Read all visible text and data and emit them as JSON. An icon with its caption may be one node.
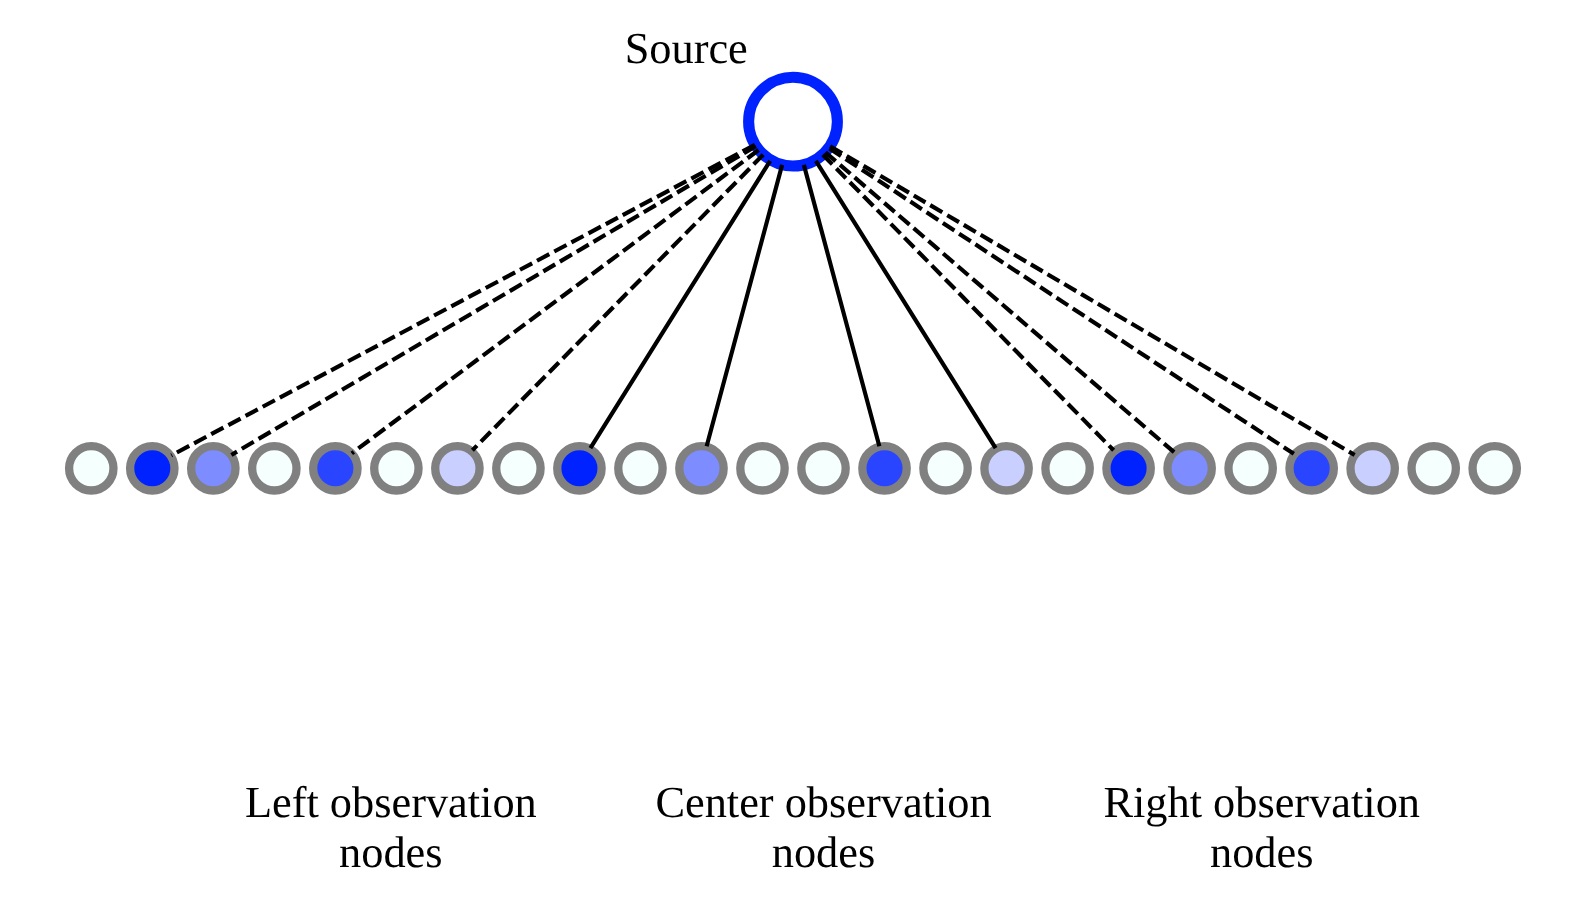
{
  "diagram": {
    "nodes": [
      {
        "text": [
          "Source"
        ]
      },
      {
        "text": [],
        "shape": "circle"
      },
      {
        "text": [],
        "shape": "circle"
      },
      {
        "text": [],
        "shape": "circle"
      },
      {
        "text": [],
        "shape": "circle"
      },
      {
        "text": [],
        "shape": "circle"
      },
      {
        "text": [],
        "shape": "circle"
      },
      {
        "text": [],
        "shape": "circle"
      },
      {
        "text": [],
        "shape": "circle"
      },
      {
        "text": [],
        "shape": "circle"
      },
      {
        "text": [],
        "shape": "circle"
      },
      {
        "text": [],
        "shape": "circle"
      },
      {
        "text": [],
        "shape": "circle"
      },
      {
        "text": [],
        "shape": "circle"
      },
      {
        "text": [],
        "shape": "circle"
      },
      {
        "text": [],
        "shape": "circle"
      },
      {
        "text": [],
        "shape": "circle"
      },
      {
        "text": [],
        "shape": "circle"
      },
      {
        "text": [],
        "shape": "circle"
      },
      {
        "text": [],
        "shape": "circle"
      },
      {
        "text": [],
        "shape": "circle"
      },
      {
        "text": [],
        "shape": "circle"
      },
      {
        "text": [],
        "shape": "circle"
      },
      {
        "text": [],
        "shape": "circle"
      },
      {
        "text": [],
        "shape": "circle"
      }
    ],
    "edges": [
      {
        "from": 0,
        "to": 2,
        "arrow": "none",
        "style": "dashed"
      },
      {
        "from": 0,
        "to": 3,
        "arrow": "none",
        "style": "dashed"
      },
      {
        "from": 0,
        "to": 5,
        "arrow": "none",
        "style": "dashed"
      },
      {
        "from": 0,
        "to": 7,
        "arrow": "none",
        "style": "dashed"
      },
      {
        "from": 0,
        "to": 9,
        "arrow": "none"
      },
      {
        "from": 0,
        "to": 11,
        "arrow": "none"
      },
      {
        "from": 0,
        "to": 14,
        "arrow": "none"
      },
      {
        "from": 0,
        "to": 16,
        "arrow": "none"
      },
      {
        "from": 0,
        "to": 18,
        "arrow": "none",
        "style": "dashed"
      },
      {
        "from": 0,
        "to": 19,
        "arrow": "none",
        "style": "dashed"
      },
      {
        "from": 0,
        "to": 21,
        "arrow": "none",
        "style": "dashed"
      },
      {
        "from": 0,
        "to": 22,
        "arrow": "none",
        "style": "dashed"
      }
    ],
    "labels": [
      "Left observation nodes",
      "Center observation nodes",
      "Right observation nodes"
    ]
  }
}
